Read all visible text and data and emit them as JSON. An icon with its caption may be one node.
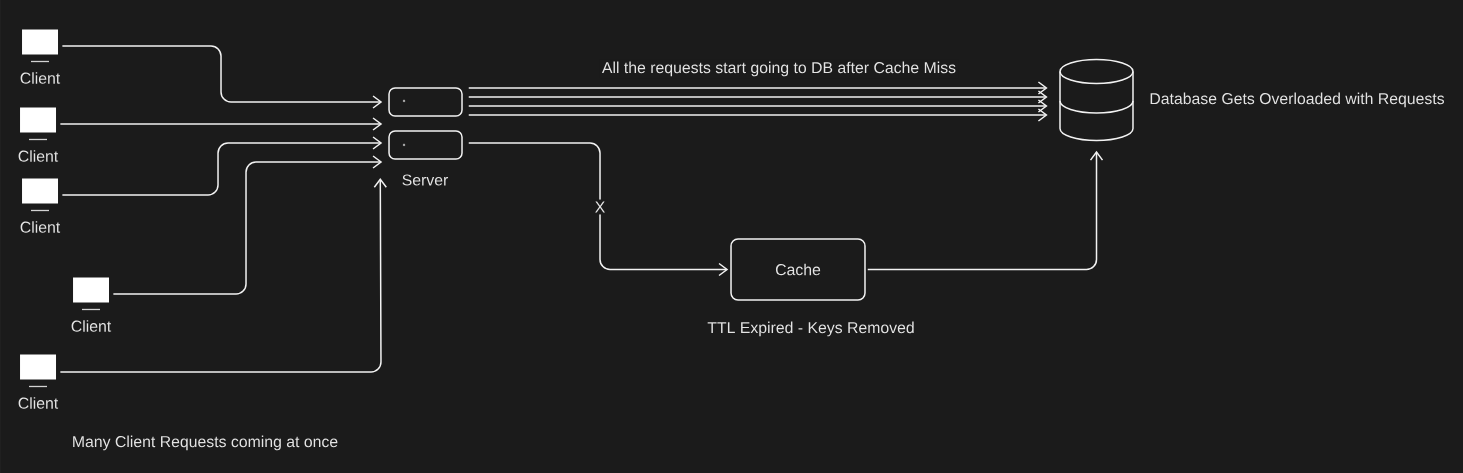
{
  "diagram": {
    "nodes": [
      {
        "text": [
          "Client"
        ]
      },
      {
        "text": [
          "Client"
        ]
      },
      {
        "text": [
          "Client"
        ]
      },
      {
        "text": [
          "Client"
        ]
      },
      {
        "text": [
          "Client"
        ]
      },
      {
        "text": [],
        "shape": "box"
      },
      {
        "text": [],
        "shape": "box",
        "beside": [
          "Server"
        ]
      },
      {
        "text": [],
        "shape": "cylinder",
        "beside": [
          "Database Gets Overloaded with Requests"
        ]
      },
      {
        "text": [
          "Cache"
        ],
        "beside": [
          "TTL Expired - Keys Removed"
        ]
      }
    ],
    "edges": [
      {
        "from": 0,
        "to": 5,
        "arrow": "to"
      },
      {
        "from": 1,
        "to": 5,
        "arrow": "to"
      },
      {
        "from": 2,
        "to": 6,
        "arrow": "to"
      },
      {
        "from": 3,
        "to": 6,
        "arrow": "to"
      },
      {
        "from": 4,
        "to": 6,
        "arrow": "to"
      },
      {
        "from": 5,
        "to": 7,
        "arrow": "to",
        "label": "All the requests start going to DB after Cache Miss"
      },
      {
        "from": 5,
        "to": 7,
        "arrow": "to"
      },
      {
        "from": 5,
        "to": 7,
        "arrow": "to"
      },
      {
        "from": 5,
        "to": 7,
        "arrow": "to"
      },
      {
        "from": 6,
        "to": 8,
        "arrow": "to",
        "label": "X"
      },
      {
        "from": 8,
        "to": 7,
        "arrow": "to"
      }
    ],
    "labels": [
      "Many Client Requests coming at once"
    ]
  }
}
